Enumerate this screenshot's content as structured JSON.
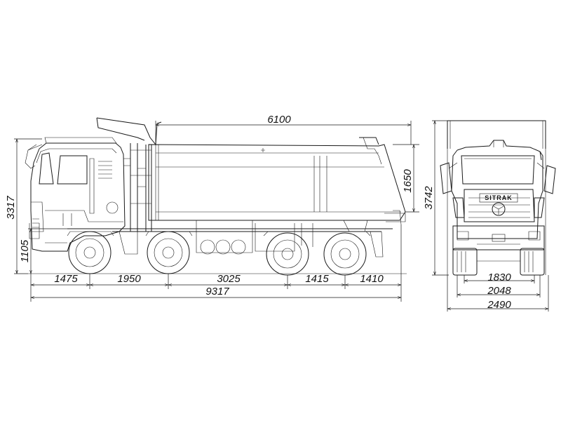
{
  "drawing": {
    "brand_logo": "SITRAK",
    "dimensions": {
      "body_length": "6100",
      "body_height": "1650",
      "overall_height_side": "3317",
      "frame_height": "1105",
      "front_overhang": "1475",
      "wheelbase_1_2": "1950",
      "wheelbase_2_3": "3025",
      "wheelbase_3_4": "1415",
      "rear_overhang": "1410",
      "overall_length": "9317",
      "overall_height_front": "3742",
      "track_width": "1830",
      "axle_width": "2048",
      "overall_width": "2490"
    }
  }
}
